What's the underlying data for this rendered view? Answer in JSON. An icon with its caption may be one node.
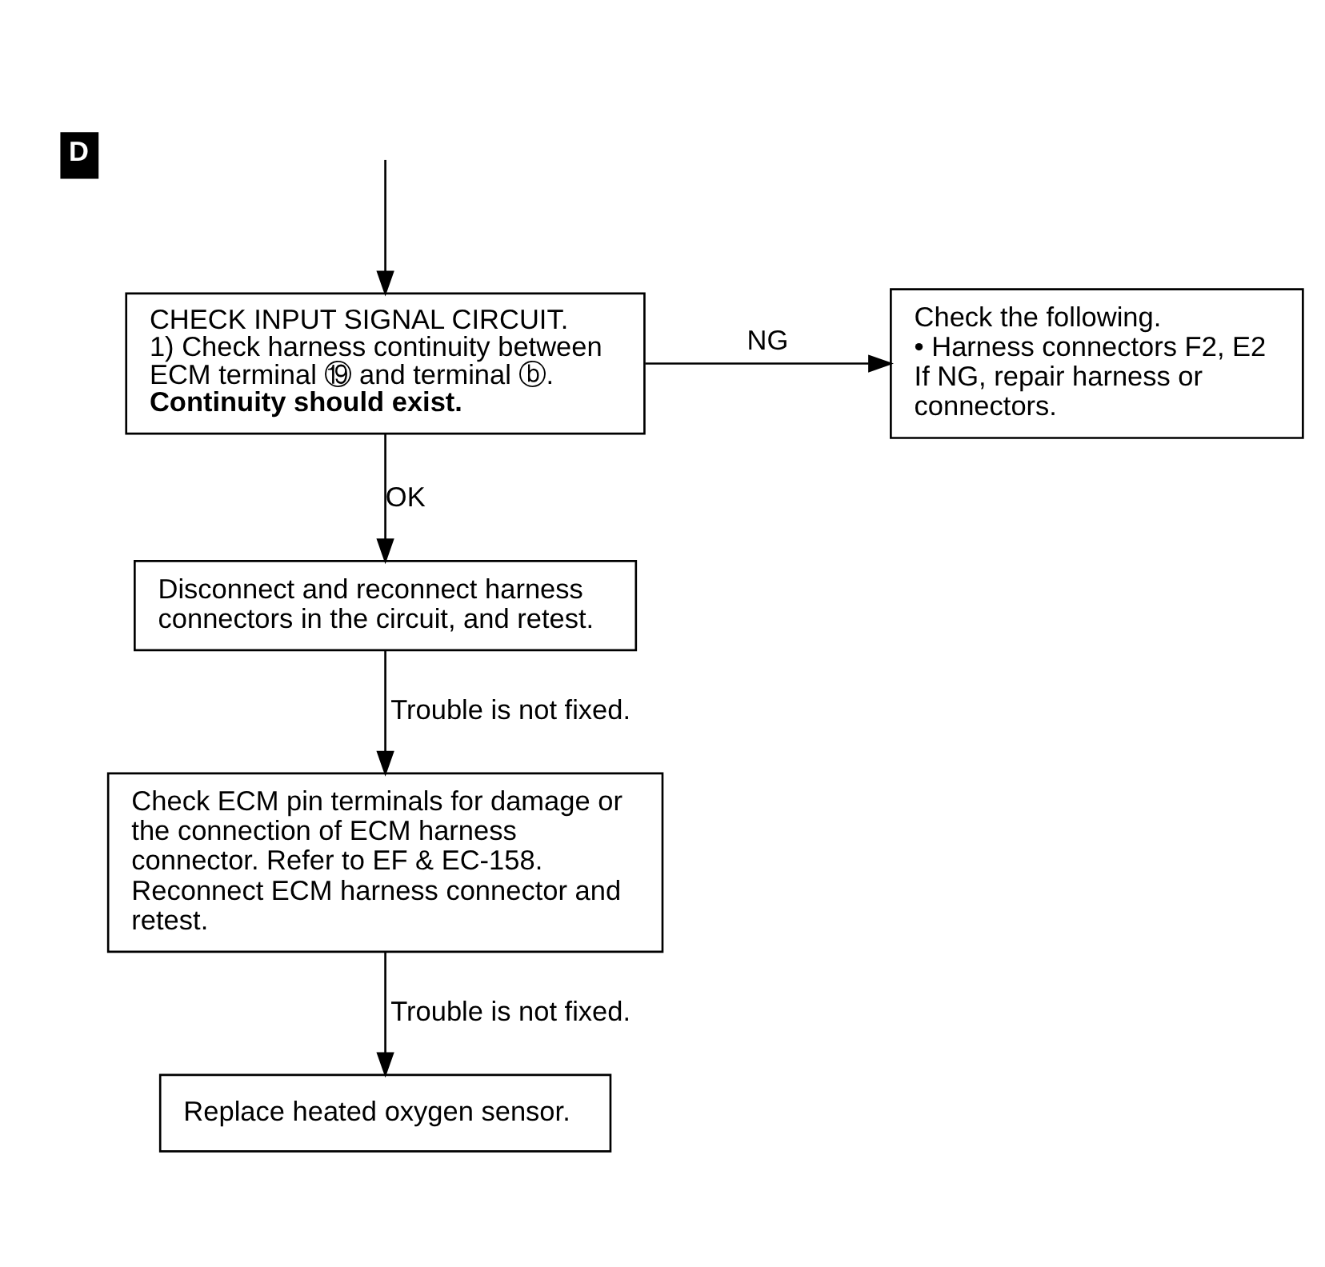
{
  "diagram": {
    "nodes": [
      {
        "text": [
          "CHECK INPUT SIGNAL CIRCUIT.",
          "1) Check harness continuity between ECM terminal ⑲ and terminal ⓑ.",
          "Continuity should exist."
        ]
      },
      {
        "text": [
          "Check the following.",
          "• Harness connectors F2, E2",
          "If NG, repair harness or connectors."
        ]
      },
      {
        "text": [
          "Disconnect and reconnect harness connectors in the circuit, and retest."
        ]
      },
      {
        "text": [
          "Check ECM pin terminals for damage or the connection of ECM harness connector. Refer to EF & EC-158.",
          "Reconnect ECM harness connector and retest."
        ]
      },
      {
        "text": [
          "Replace heated oxygen sensor."
        ]
      }
    ],
    "edges": [
      {
        "from": null,
        "to": 0,
        "arrow": "to"
      },
      {
        "from": 0,
        "to": 1,
        "arrow": "to",
        "label": "NG"
      },
      {
        "from": 0,
        "to": 2,
        "arrow": "to",
        "label": "OK"
      },
      {
        "from": 2,
        "to": 3,
        "arrow": "to",
        "label": "Trouble is not fixed."
      },
      {
        "from": 3,
        "to": 4,
        "arrow": "to",
        "label": "Trouble is not fixed."
      }
    ],
    "labels": [
      "D"
    ]
  }
}
